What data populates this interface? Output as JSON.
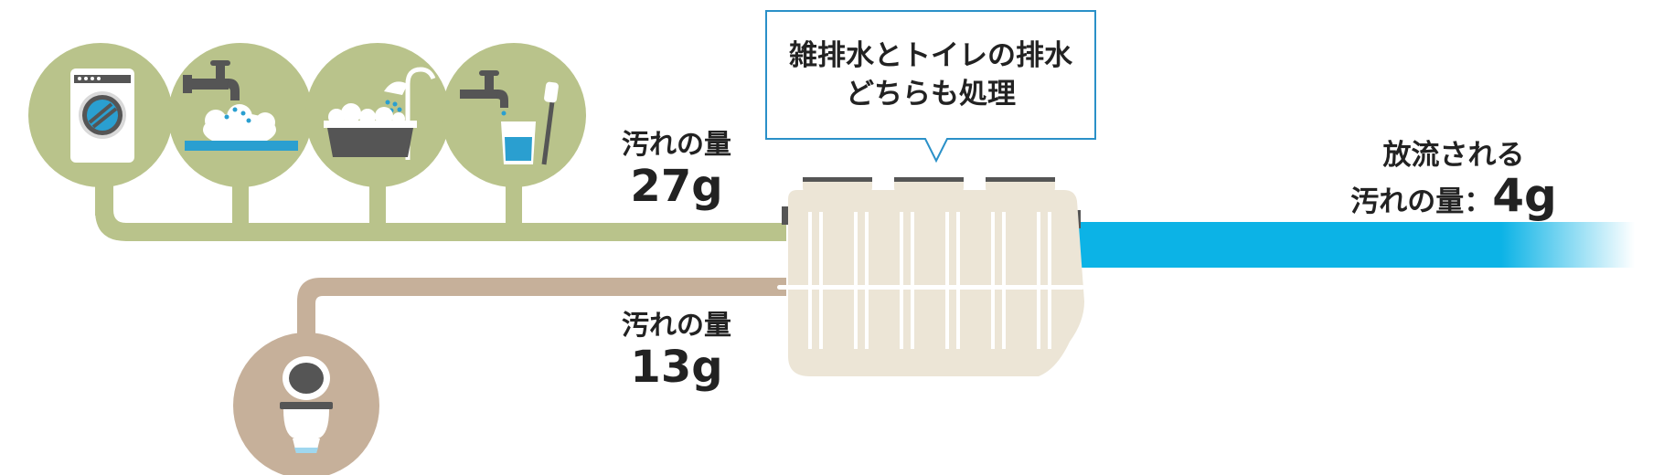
{
  "callout": {
    "line1": "雑排水とトイレの排水",
    "line2": "どちらも処理"
  },
  "inflow_gray": {
    "label": "汚れの量",
    "amount": "27g"
  },
  "inflow_toilet": {
    "label": "汚れの量",
    "amount": "13g"
  },
  "outflow": {
    "line1": "放流される",
    "label": "汚れの量",
    "separator": "：",
    "amount": "4g"
  },
  "sources": [
    "washing-machine",
    "kitchen-sink",
    "bathtub",
    "washbasin",
    "toilet"
  ],
  "colors": {
    "gray_water": "#b9c38b",
    "toilet_water": "#c6b09a",
    "treated_water": "#0cb3e6",
    "tank": "#ece5d6",
    "callout_border": "#2a90c8",
    "icon_dark": "#555555"
  }
}
